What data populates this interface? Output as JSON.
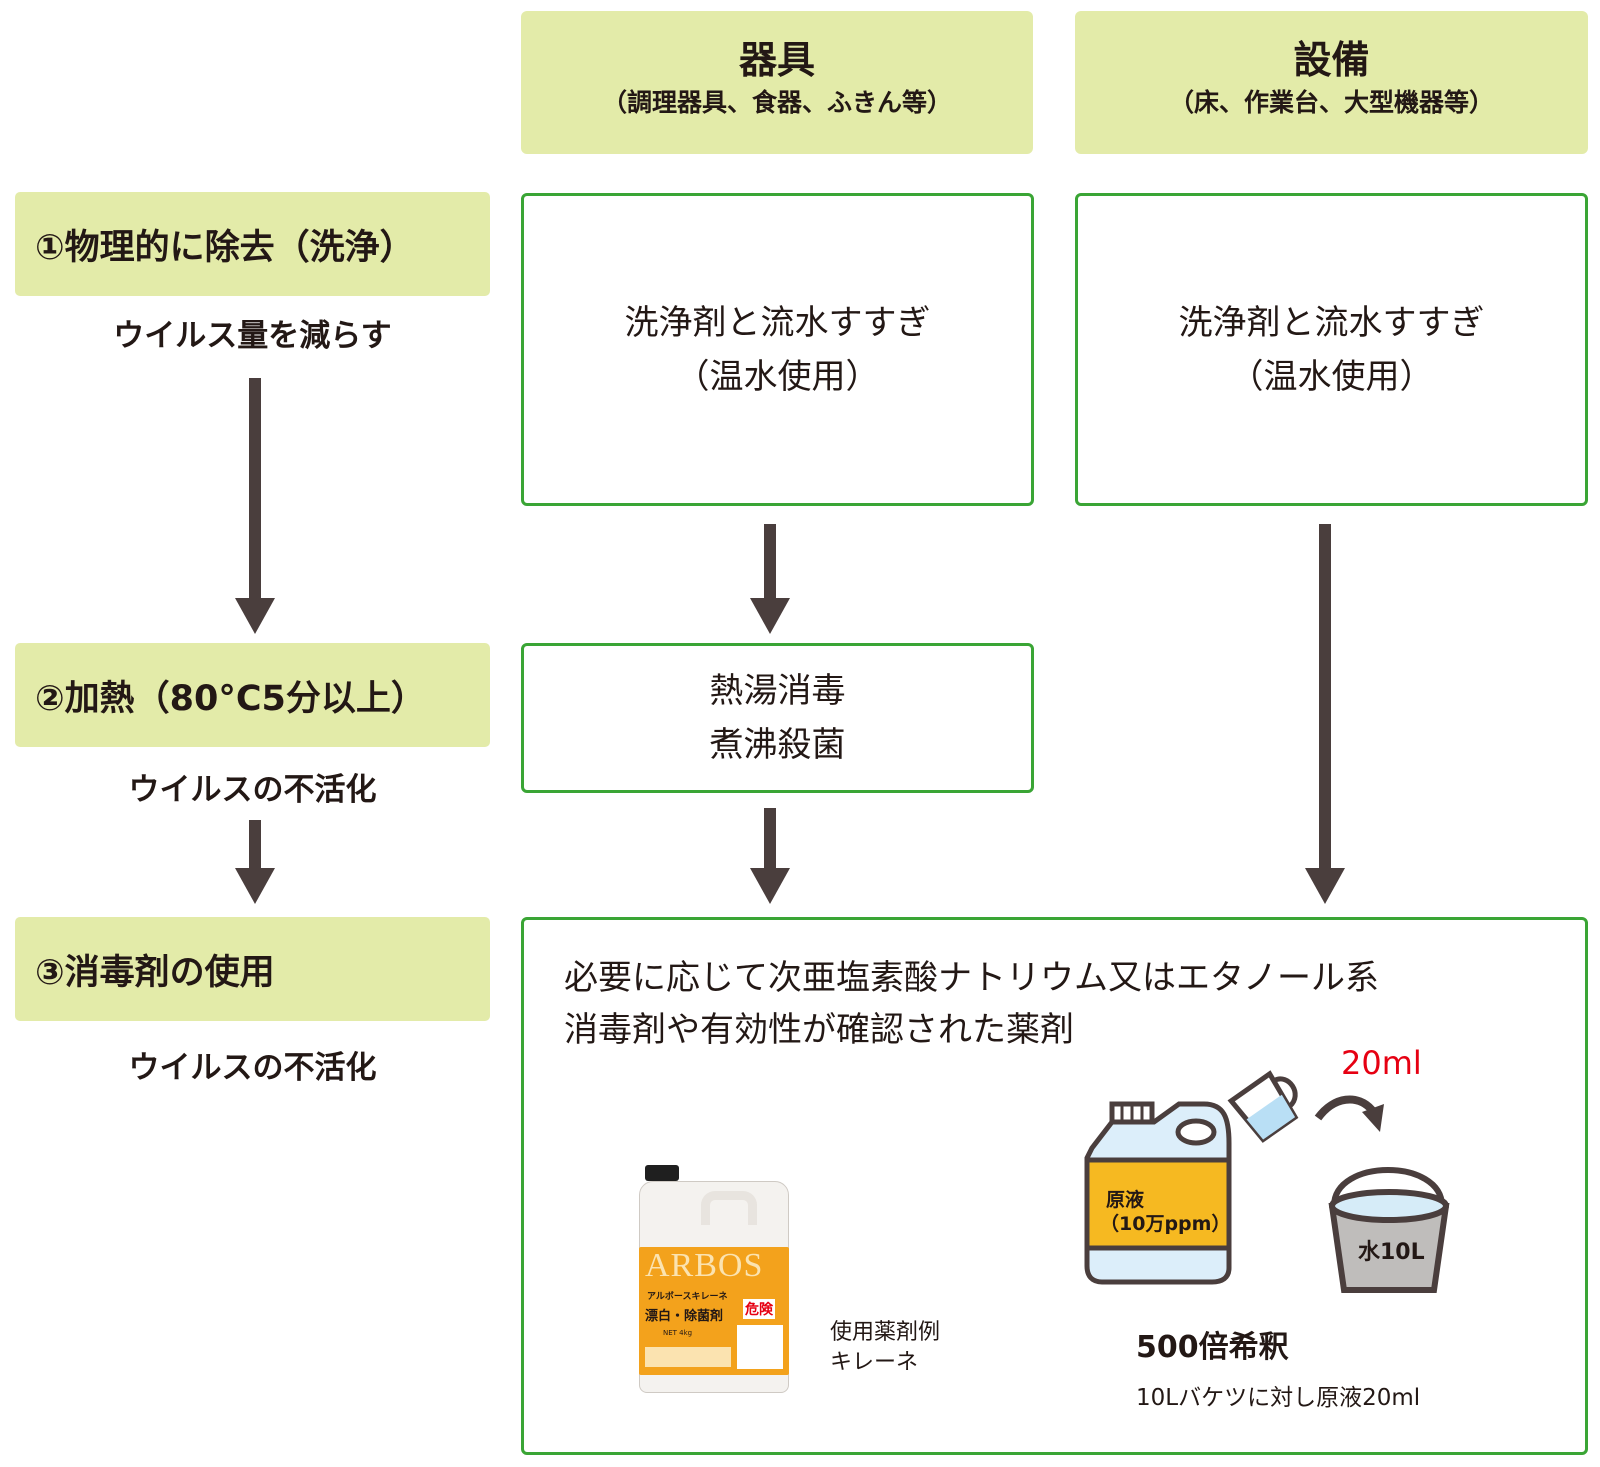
{
  "columns": {
    "equipment": {
      "title": "器具",
      "subtitle": "（調理器具、食器、ふきん等）"
    },
    "facility": {
      "title": "設備",
      "subtitle": "（床、作業台、大型機器等）"
    }
  },
  "steps": [
    {
      "label": "①物理的に除去（洗浄）",
      "effect": "ウイルス量を減らす"
    },
    {
      "label": "②加熱（80°C5分以上）",
      "effect": "ウイルスの不活化"
    },
    {
      "label": "③消毒剤の使用",
      "effect": "ウイルスの不活化"
    }
  ],
  "boxes": {
    "wash_equipment": {
      "line1": "洗浄剤と流水すすぎ",
      "line2": "（温水使用）"
    },
    "wash_facility": {
      "line1": "洗浄剤と流水すすぎ",
      "line2": "（温水使用）"
    },
    "heat": {
      "line1": "熱湯消毒",
      "line2": "煮沸殺菌"
    },
    "disinfect": {
      "line1": "必要に応じて次亜塩素酸ナトリウム又はエタノール系",
      "line2": "消毒剤や有効性が確認された薬剤",
      "product_caption_1": "使用薬剤例",
      "product_caption_2": "キレーネ",
      "bottle_brand": "ARBOS",
      "bottle_product": "アルボースキレーネ",
      "bottle_label": "漂白・除菌剤",
      "bottle_warning": "危険",
      "bottle_net": "NET 4kg",
      "stock_label_1": "原液",
      "stock_label_2": "（10万ppm）",
      "dose": "20ml",
      "bucket_label": "水10L",
      "dilution_title": "500倍希釈",
      "dilution_note": "10Lバケツに対し原液20ml"
    }
  },
  "colors": {
    "header_bg": "#e3eba9",
    "box_border": "#3aa535",
    "arrow": "#4a3e3d",
    "dose_red": "#e60012",
    "bottle_orange": "#f3a21c",
    "jug_yellow": "#f6b921"
  }
}
